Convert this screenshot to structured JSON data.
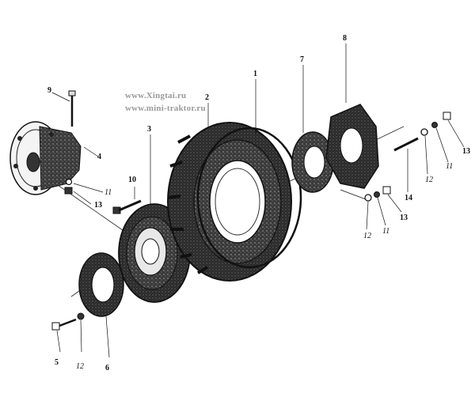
{
  "watermark": {
    "line1": "www.Xingtai.ru",
    "line2": "www.mini-traktor.ru"
  },
  "parts": [
    {
      "id": "1",
      "text": "1"
    },
    {
      "id": "2",
      "text": "2"
    },
    {
      "id": "3",
      "text": "3"
    },
    {
      "id": "4",
      "text": "4"
    },
    {
      "id": "5",
      "text": "5"
    },
    {
      "id": "6",
      "text": "6"
    },
    {
      "id": "7",
      "text": "7"
    },
    {
      "id": "8",
      "text": "8"
    },
    {
      "id": "9",
      "text": "9"
    },
    {
      "id": "10",
      "text": "10"
    },
    {
      "id": "11a",
      "text": "11"
    },
    {
      "id": "13a",
      "text": "13"
    },
    {
      "id": "12a",
      "text": "12"
    },
    {
      "id": "11b",
      "text": "11"
    },
    {
      "id": "13b",
      "text": "13"
    },
    {
      "id": "14",
      "text": "14"
    },
    {
      "id": "12b",
      "text": "12"
    },
    {
      "id": "11c",
      "text": "11"
    },
    {
      "id": "13c",
      "text": "13"
    },
    {
      "id": "12c",
      "text": "12"
    }
  ]
}
